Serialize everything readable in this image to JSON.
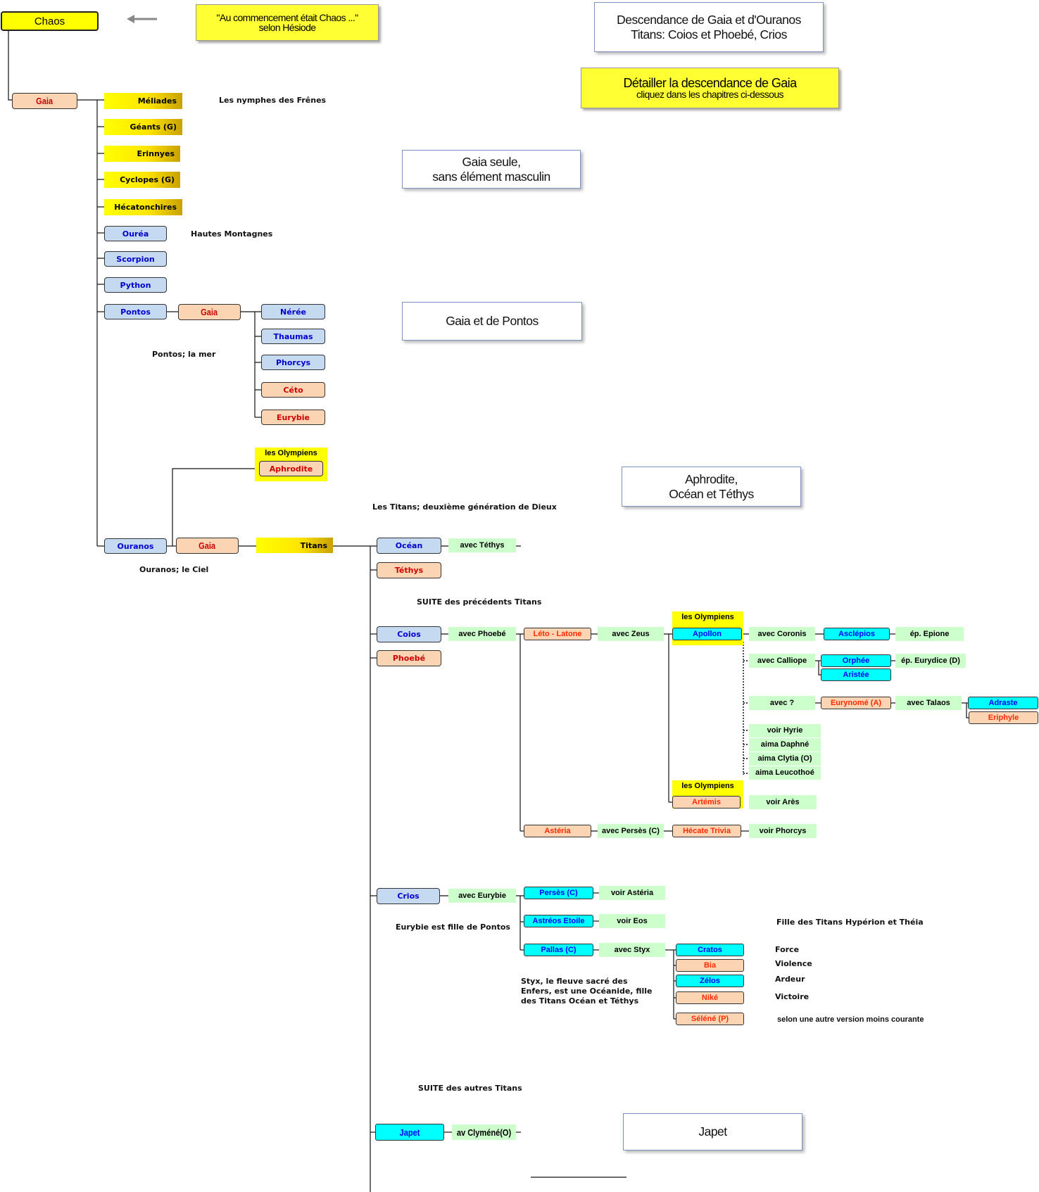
{
  "chaos": "Chaos",
  "quote": {
    "line1": "\"Au commencement était Chaos ...\"",
    "line2": "selon Hésiode"
  },
  "link_titans": {
    "line1": "Descendance de Gaia et d'Ouranos",
    "line2": "Titans: Coios et Phoebé, Crios"
  },
  "link_detail": {
    "line1": "Détailler la descendance de Gaia",
    "line2": "cliquez dans les chapitres ci-dessous"
  },
  "link_gaia_seule": {
    "line1": "Gaia seule,",
    "line2": "sans élément masculin"
  },
  "link_pontos": "Gaia et de Pontos",
  "link_aphrodite": {
    "line1": "Aphrodite,",
    "line2": "Océan et Téthys"
  },
  "link_japet": "Japet",
  "gaia": "Gaia",
  "gaia_children": {
    "meliades": "Méliades",
    "geants": "Géants (G)",
    "erinnyes": "Erinnyes",
    "cyclopes": "Cyclopes (G)",
    "hecatonchires": "Hécatonchires",
    "ourea": "Ouréa",
    "scorpion": "Scorpion",
    "python": "Python",
    "pontos": "Pontos",
    "ouranos": "Ouranos"
  },
  "pontos_children": {
    "neree": "Nérée",
    "thaumas": "Thaumas",
    "phorcys": "Phorcys",
    "ceto": "Céto",
    "eurybie": "Eurybie"
  },
  "olympiens": "les Olympiens",
  "aphrodite": "Aphrodite",
  "titans": "Titans",
  "ocean": "Océan",
  "tethys": "Téthys",
  "avec_tethys": "avec Téthys",
  "coios": "Coios",
  "phoebe": "Phoebé",
  "avec_phoebe": "avec Phoebé",
  "leto": "Léto - Latone",
  "avec_zeus": "avec Zeus",
  "apollon": "Apollon",
  "avec_coronis": "avec Coronis",
  "asclepios": "Asclépios",
  "ep_epione": "ép. Epione",
  "avec_calliope": "avec Calliope",
  "orphee": "Orphée",
  "ep_eurydice": "ép. Eurydice (D)",
  "aristee": "Aristée",
  "avec_q": "avec ?",
  "eurynome": "Eurynomé (A)",
  "avec_talaos": "avec Talaos",
  "adraste": "Adraste",
  "eriphyle": "Eriphyle",
  "voir_hyrie": "voir Hyrie",
  "aima_daphne": "aima Daphné",
  "aima_clytia": "aima Clytia (O)",
  "aima_leucothoe": "aima Leucothoé",
  "artemis": "Artémis",
  "voir_ares": "voir Arès",
  "asteria": "Astéria",
  "avec_perses": "avec Persès (C)",
  "hecate": "Hécate Trivia",
  "voir_phorcys": "voir Phorcys",
  "crios": "Crios",
  "avec_eurybie": "avec Eurybie",
  "perses": "Persès (C)",
  "voir_asteria": "voir Astéria",
  "astreos": "Astréos Etoile",
  "voir_eos": "voir Eos",
  "pallas": "Pallas (C)",
  "avec_styx": "avec Styx",
  "cratos": "Cratos",
  "bia": "Bia",
  "zelos": "Zélos",
  "nike": "Niké",
  "selene": "Séléné (P)",
  "japet": "Japet",
  "av_clymene": "av Clyméné(O)",
  "labels": {
    "nymphes": "Les nymphes des Frênes",
    "hautes": "Hautes Montagnes",
    "pontos_mer": "Pontos; la mer",
    "ouranos_ciel": "Ouranos; le Ciel",
    "titans_gen": "Les Titans; deuxième génération de Dieux",
    "suite_prec": "SUITE des précédents Titans",
    "eurybie_fille": "Eurybie est fille de Pontos",
    "fille_titans": "Fille des Titans Hypérion et Théia",
    "styx_1": "Styx, le fleuve sacré des",
    "styx_2": "Enfers, est une Océanide, fille",
    "styx_3": "des Titans Océan et Téthys",
    "force": "Force",
    "violence": "Violence",
    "ardeur": "Ardeur",
    "victoire": "Victoire",
    "autre_version": "selon une autre version moins courante",
    "suite_autres": "SUITE des autres Titans"
  }
}
